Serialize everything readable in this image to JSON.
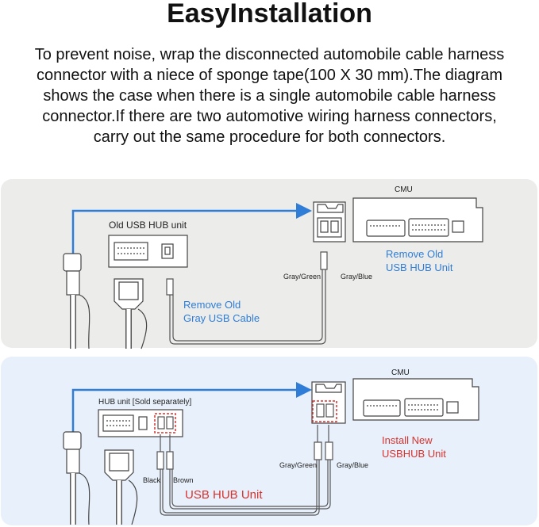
{
  "title": "EasyInstallation",
  "intro_lines": [
    "To prevent noise, wrap the disconnected automobile cable harness",
    "connector with a niece of sponge tape(100 X 30 mm).The diagram",
    "shows the case when there is a single automobile cable harness",
    "connector.If there are two automotive wiring harness connectors,",
    "carry out the same procedure for both connectors."
  ],
  "colors": {
    "accent_blue": "#2f7dd6",
    "highlight_red": "#d8322e",
    "top_panel": "#ececeb",
    "bottom_panel": "#e8f0fb"
  },
  "top_panel": {
    "cmu_label": "CMU",
    "hub_label": "Old USB HUB unit",
    "wire_left": "Gray/Green",
    "wire_right": "Gray/Blue",
    "note_cmu": [
      "Remove Old",
      "USB HUB Unit"
    ],
    "note_cable": [
      "Remove Old",
      "Gray USB Cable"
    ]
  },
  "bottom_panel": {
    "cmu_label": "CMU",
    "hub_label": "HUB unit [Sold separately]",
    "wire_black": "Black",
    "wire_brown": "Brown",
    "wire_left": "Gray/Green",
    "wire_right": "Gray/Blue",
    "note_install": [
      "Install New",
      "USBHUB Unit"
    ],
    "note_hub": "USB HUB Unit"
  }
}
